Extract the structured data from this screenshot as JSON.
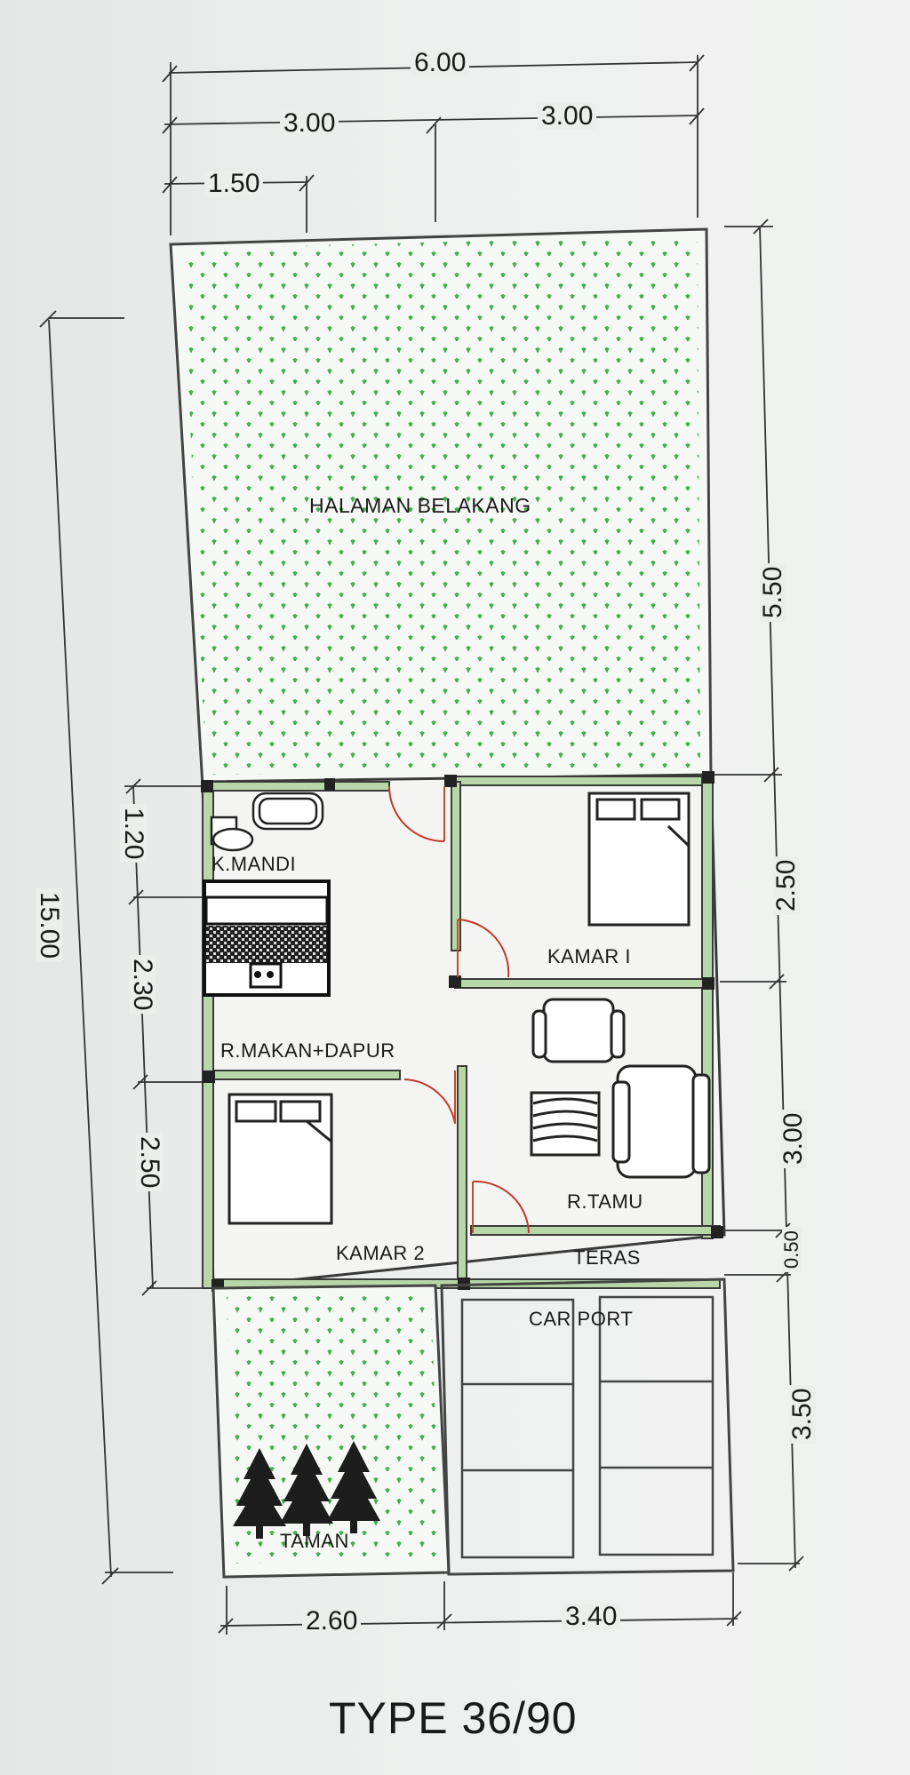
{
  "overall": {
    "width": "6.00",
    "length": "15.00"
  },
  "top_dims": {
    "left_half": "3.00",
    "right_half": "3.00",
    "left_quarter": "1.50"
  },
  "bottom_dims": {
    "left": "2.60",
    "right": "3.40"
  },
  "right_dims": {
    "yard": "5.50",
    "kamar1": "2.50",
    "tamu": "3.00",
    "teras": "0.50",
    "carport": "3.50"
  },
  "left_dims": {
    "kmandi": "1.20",
    "dapur": "2.30",
    "kamar2": "2.50"
  },
  "rooms": {
    "backyard": "HALAMAN BELAKANG",
    "bathroom": "K.MANDI",
    "bedroom1": "KAMAR I",
    "dining_kitchen": "R.MAKAN+DAPUR",
    "bedroom2": "KAMAR 2",
    "living": "R.TAMU",
    "terrace": "TERAS",
    "carport": "CAR PORT",
    "garden": "TAMAN"
  },
  "title": "TYPE 36/90",
  "colors": {
    "wall": "#3a3a3a",
    "wall_fill": "#b7d7a8",
    "grass": "#3fae4a",
    "door": "#c0392b"
  }
}
